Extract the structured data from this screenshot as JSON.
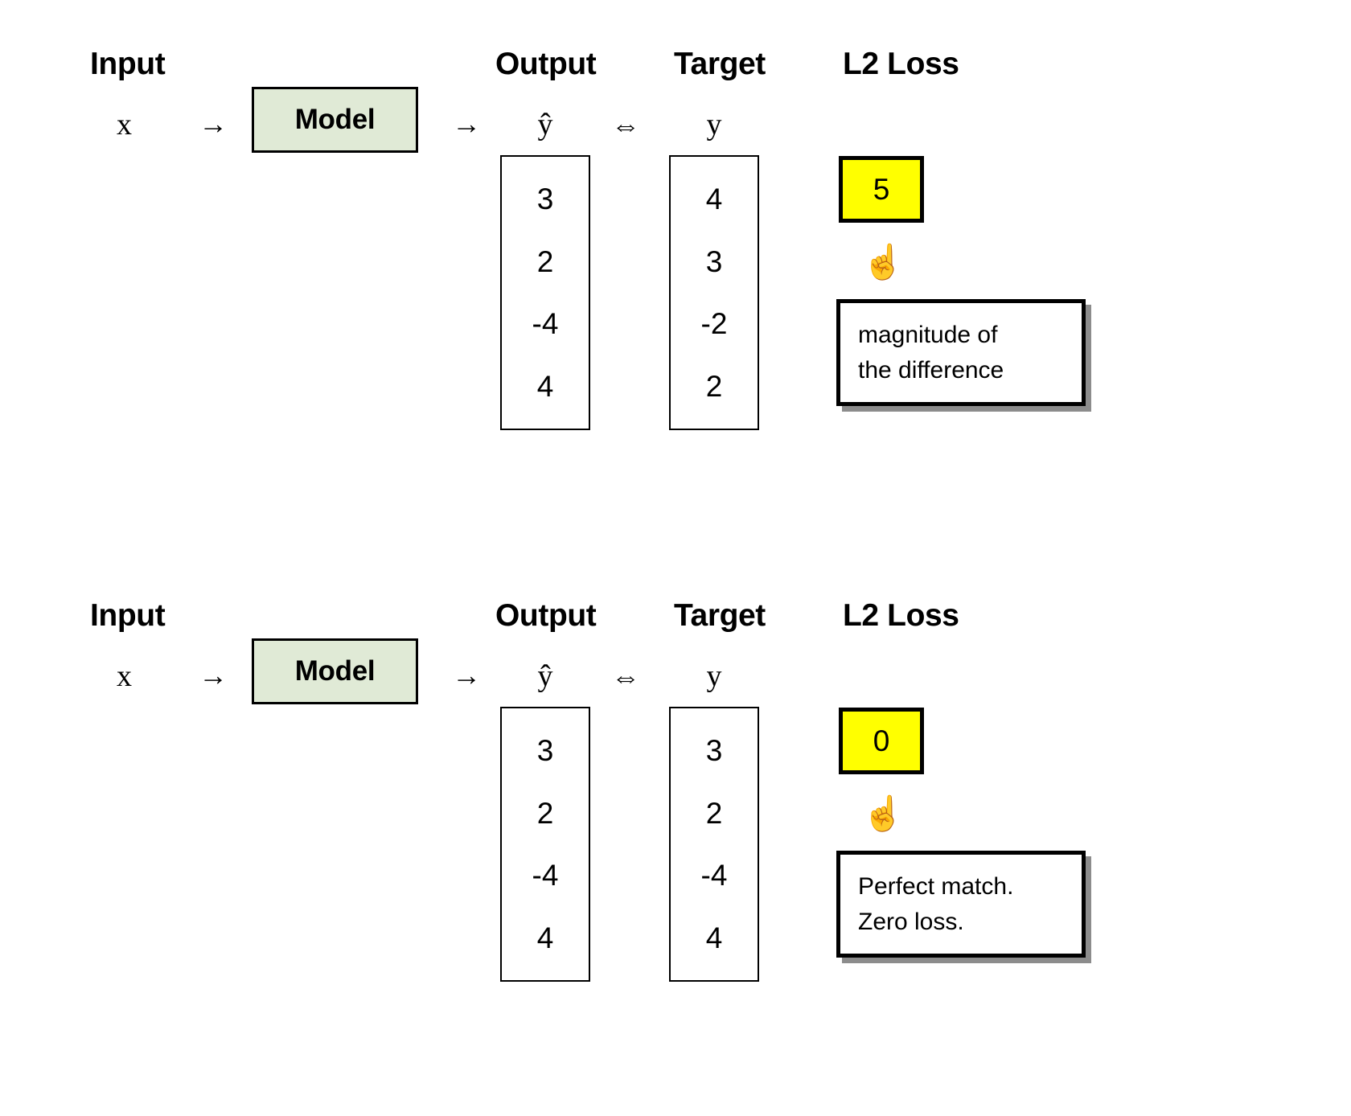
{
  "diagram": {
    "title": "L2 Loss comparison diagram",
    "colors": {
      "model_fill": "#e0ead6",
      "loss_fill": "#ffff00",
      "stroke": "#000000",
      "background": "#ffffff"
    },
    "glyphs": {
      "arrow_right": "→",
      "arrow_both": "⇔",
      "hand_point_up": "☝️"
    }
  },
  "panels": [
    {
      "id": "mismatch",
      "headers": {
        "input": "Input",
        "output": "Output",
        "target": "Target",
        "loss": "L2 Loss"
      },
      "input_symbol": "x",
      "model_label": "Model",
      "output_label": "ŷ",
      "target_label": "y",
      "output_values": [
        "3",
        "2",
        "-4",
        "4"
      ],
      "target_values": [
        "4",
        "3",
        "-2",
        "2"
      ],
      "loss_value": "5",
      "callout": {
        "line1": "magnitude of",
        "line2": "the difference"
      }
    },
    {
      "id": "perfect-match",
      "headers": {
        "input": "Input",
        "output": "Output",
        "target": "Target",
        "loss": "L2 Loss"
      },
      "input_symbol": "x",
      "model_label": "Model",
      "output_label": "ŷ",
      "target_label": "y",
      "output_values": [
        "3",
        "2",
        "-4",
        "4"
      ],
      "target_values": [
        "3",
        "2",
        "-4",
        "4"
      ],
      "loss_value": "0",
      "callout": {
        "line1": "Perfect match.",
        "line2": "Zero loss."
      }
    }
  ]
}
